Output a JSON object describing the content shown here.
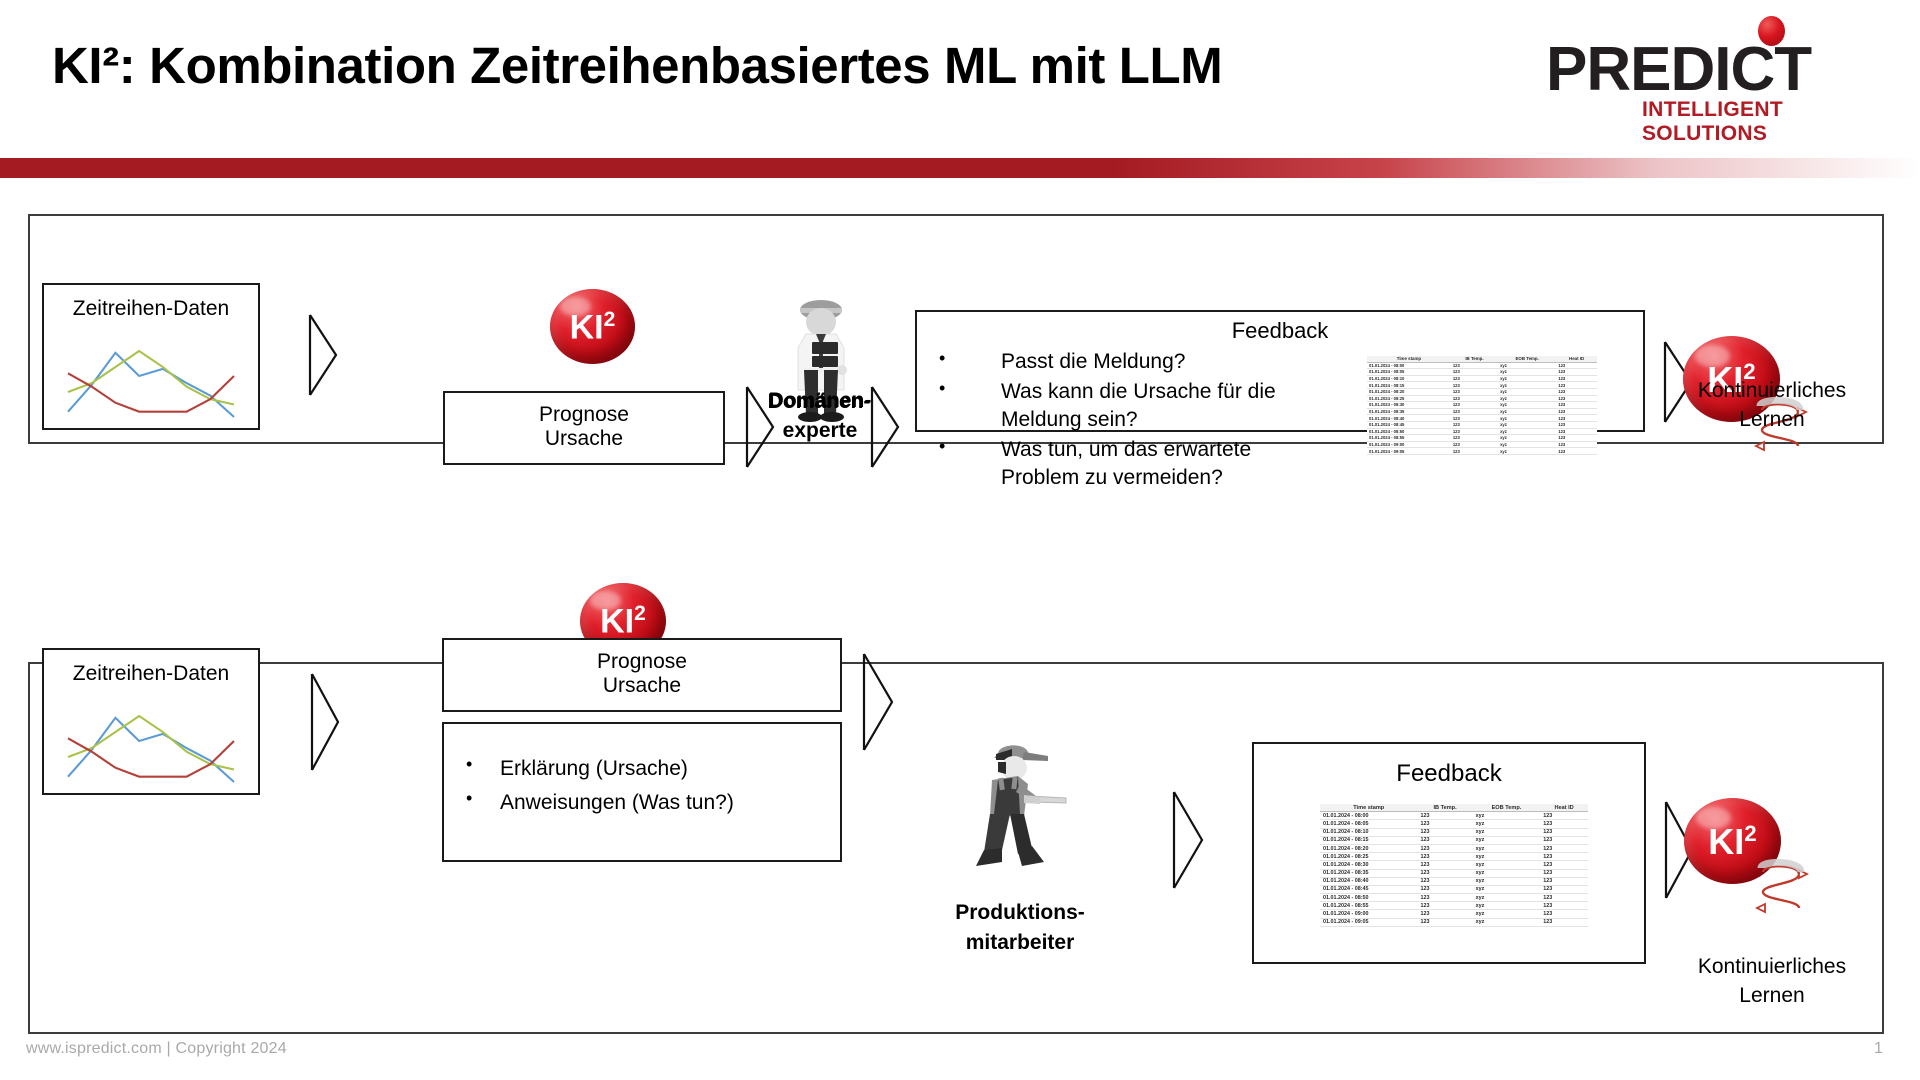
{
  "header": {
    "title": "KI²: Kombination Zeitreihenbasiertes ML mit LLM",
    "logo_word": "PREDICT",
    "logo_tagline": "INTELLIGENT SOLUTIONS",
    "accent_color": "#a51b22"
  },
  "footer": {
    "copyright": "www.ispredict.com | Copyright 2024",
    "page_number": "1"
  },
  "common": {
    "ki_label": "KI",
    "ki_exponent": "2",
    "timeseries_label": "Zeitreihen-Daten",
    "forecast_line1": "Prognose",
    "forecast_line2": "Ursache",
    "feedback_title": "Feedback",
    "learning_line1": "Kontinuierliches",
    "learning_line2": "Lernen"
  },
  "row1": {
    "actor_line1": "Domänen-",
    "actor_line2": "experte",
    "feedback_bullets": [
      "Passt die Meldung?",
      "Was kann die Ursache für die Meldung sein?",
      "Was tun, um das erwartete Problem zu vermeiden?"
    ]
  },
  "row2": {
    "actor_line1": "Produktions-",
    "actor_line2": "mitarbeiter",
    "output_bullets": [
      "Erklärung (Ursache)",
      "Anweisungen (Was tun?)"
    ]
  },
  "table": {
    "columns": [
      "Time stamp",
      "IB Temp.",
      "EOB Temp.",
      "Heat ID"
    ],
    "rows": [
      [
        "01.01.2024 - 08:00",
        "123",
        "xyz",
        "123"
      ],
      [
        "01.01.2024 - 08:05",
        "123",
        "xyz",
        "123"
      ],
      [
        "01.01.2024 - 08:10",
        "123",
        "xyz",
        "123"
      ],
      [
        "01.01.2024 - 08:15",
        "123",
        "xyz",
        "123"
      ],
      [
        "01.01.2024 - 08:20",
        "123",
        "xyz",
        "123"
      ],
      [
        "01.01.2024 - 08:25",
        "123",
        "xyz",
        "123"
      ],
      [
        "01.01.2024 - 08:30",
        "123",
        "xyz",
        "123"
      ],
      [
        "01.01.2024 - 08:35",
        "123",
        "xyz",
        "123"
      ],
      [
        "01.01.2024 - 08:40",
        "123",
        "xyz",
        "123"
      ],
      [
        "01.01.2024 - 08:45",
        "123",
        "xyz",
        "123"
      ],
      [
        "01.01.2024 - 08:50",
        "123",
        "xyz",
        "123"
      ],
      [
        "01.01.2024 - 08:55",
        "123",
        "xyz",
        "123"
      ],
      [
        "01.01.2024 - 09:00",
        "123",
        "xyz",
        "123"
      ],
      [
        "01.01.2024 - 09:05",
        "123",
        "xyz",
        "123"
      ]
    ]
  },
  "chart_data": {
    "type": "line",
    "title": "Zeitreihen-Daten",
    "xlabel": "",
    "ylabel": "",
    "grid": false,
    "legend": "none",
    "x": [
      0,
      1,
      2,
      3,
      4,
      5,
      6,
      7
    ],
    "series": [
      {
        "name": "series-blue",
        "color": "#5b9bd5",
        "values": [
          12,
          42,
          78,
          52,
          60,
          44,
          30,
          6
        ]
      },
      {
        "name": "series-green",
        "color": "#a9c34a",
        "values": [
          34,
          44,
          62,
          80,
          62,
          40,
          26,
          20
        ]
      },
      {
        "name": "series-red",
        "color": "#b5403a",
        "values": [
          55,
          40,
          22,
          12,
          12,
          12,
          26,
          52
        ]
      }
    ]
  }
}
